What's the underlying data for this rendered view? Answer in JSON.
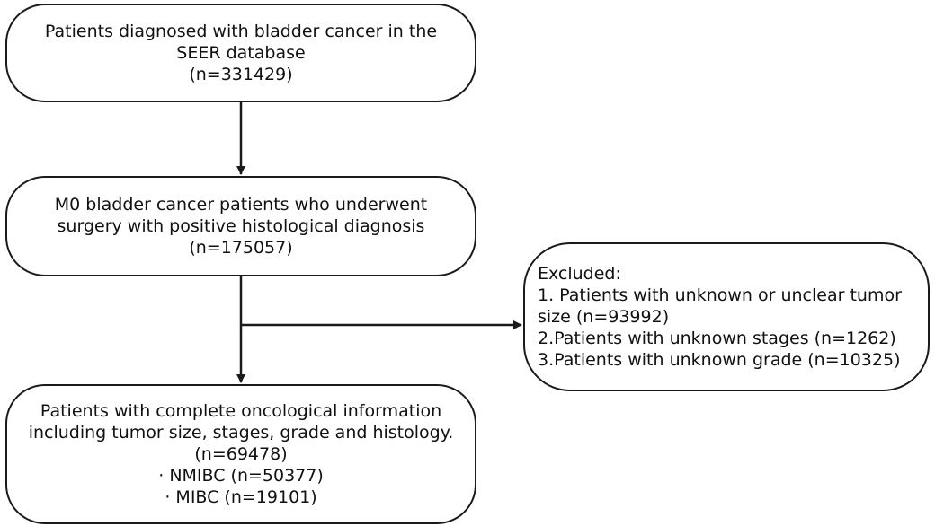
{
  "boxes": {
    "seer": {
      "lines": [
        "Patients diagnosed with bladder cancer in the",
        "SEER database",
        "(n=331429)"
      ]
    },
    "surgery": {
      "lines": [
        "M0 bladder cancer patients who underwent",
        "surgery with positive histological diagnosis",
        "(n=175057)"
      ]
    },
    "excluded": {
      "lines": [
        "Excluded:",
        "1. Patients with unknown or unclear tumor",
        "size (n=93992)",
        "2.Patients with unknown stages (n=1262)",
        "3.Patients with unknown grade (n=10325)"
      ]
    },
    "complete": {
      "lines": [
        "Patients  with complete oncological information",
        "including tumor size, stages, grade and histology.",
        "(n=69478)",
        "· NMIBC (n=50377)",
        "· MIBC (n=19101)"
      ]
    }
  }
}
